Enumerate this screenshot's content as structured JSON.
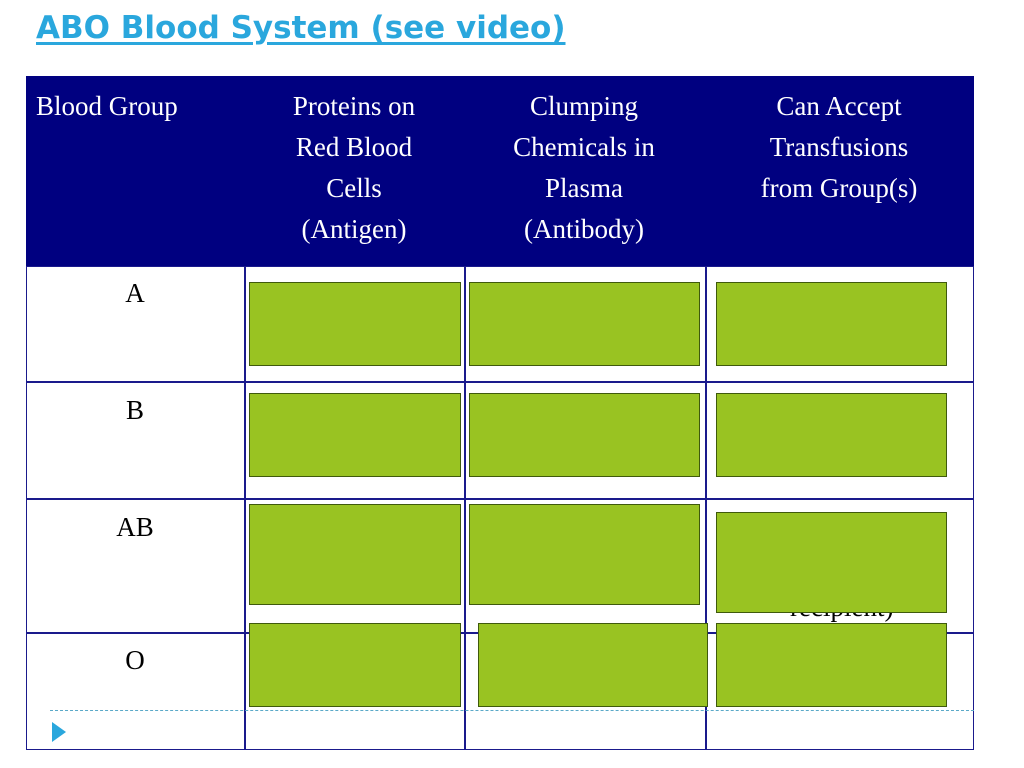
{
  "title": "ABO Blood System (see video)",
  "table": {
    "headers": [
      "Blood Group",
      "Proteins on\nRed Blood\nCells\n(Antigen)",
      "Clumping\nChemicals in\nPlasma\n(Antibody)",
      "Can Accept\nTransfusions\nfrom Group(s)"
    ],
    "rows": [
      {
        "group": "A"
      },
      {
        "group": "B"
      },
      {
        "group": "AB"
      },
      {
        "group": "O"
      }
    ],
    "partially_visible_text": "recipient)"
  },
  "colors": {
    "title": "#2aa7dd",
    "header_bg": "#000080",
    "cover_fill": "#99c322",
    "grid": "#1a1a8c"
  },
  "icons": {
    "nav": "play-icon"
  }
}
